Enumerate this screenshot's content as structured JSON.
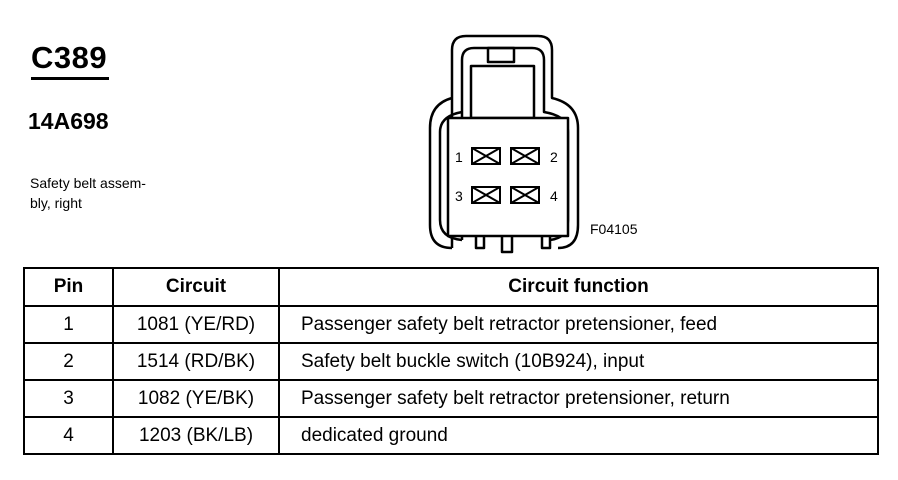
{
  "connector": {
    "id": "C389",
    "part_number": "14A698",
    "description_lines": [
      "Safety belt assem-",
      "bly, right"
    ]
  },
  "diagram": {
    "figure_id": "F04105",
    "pin_labels": [
      "1",
      "2",
      "3",
      "4"
    ]
  },
  "table": {
    "headers": {
      "pin": "Pin",
      "circuit": "Circuit",
      "function": "Circuit function"
    },
    "rows": [
      {
        "pin": "1",
        "circuit": "1081 (YE/RD)",
        "function": "Passenger safety belt retractor pretensioner, feed"
      },
      {
        "pin": "2",
        "circuit": "1514 (RD/BK)",
        "function": "Safety belt buckle switch (10B924), input"
      },
      {
        "pin": "3",
        "circuit": "1082 (YE/BK)",
        "function": "Passenger safety belt retractor pretensioner, return"
      },
      {
        "pin": "4",
        "circuit": "1203 (BK/LB)",
        "function": "dedicated ground"
      }
    ]
  }
}
